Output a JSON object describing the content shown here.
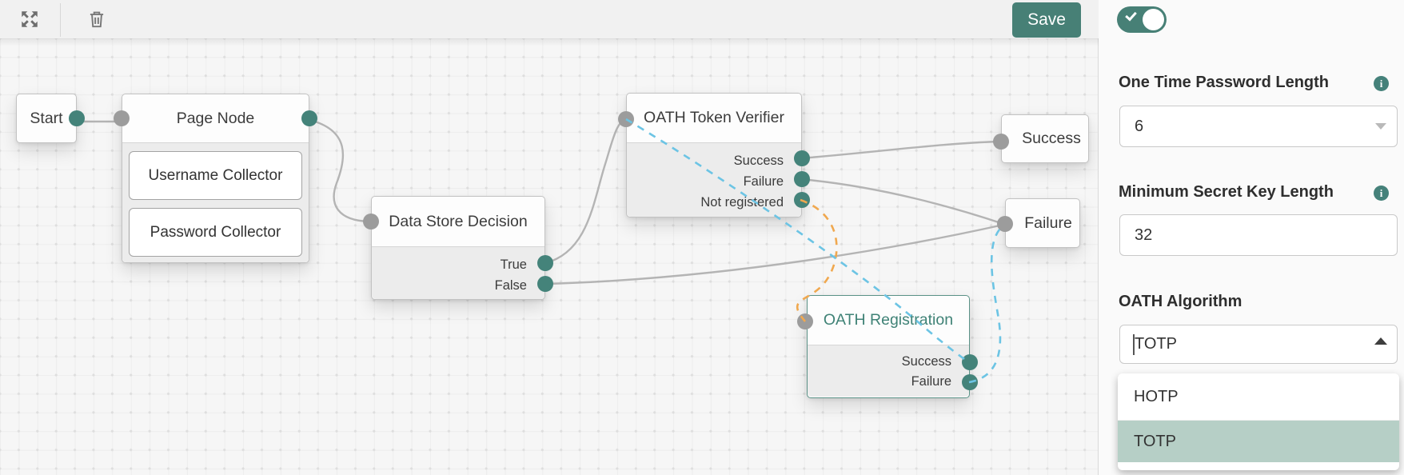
{
  "toolbar": {
    "save_label": "Save",
    "icons": [
      "expand-icon",
      "trash-icon"
    ]
  },
  "panel": {
    "toggle_state": "on",
    "fields": [
      {
        "label": "One Time Password Length",
        "value": "6",
        "has_info": true,
        "control": "select"
      },
      {
        "label": "Minimum Secret Key Length",
        "value": "32",
        "has_info": true,
        "control": "text"
      },
      {
        "label": "OATH Algorithm",
        "value": "TOTP",
        "has_info": false,
        "control": "combobox"
      }
    ],
    "dropdown": {
      "options": [
        "HOTP",
        "TOTP"
      ],
      "selected": "TOTP"
    }
  },
  "nodes": {
    "start": {
      "title": "Start"
    },
    "page": {
      "title": "Page Node",
      "children": [
        "Username Collector",
        "Password Collector"
      ]
    },
    "dsd": {
      "title": "Data Store Decision",
      "outcomes": [
        "True",
        "False"
      ]
    },
    "verifier": {
      "title": "OATH Token Verifier",
      "outcomes": [
        "Success",
        "Failure",
        "Not registered"
      ]
    },
    "registration": {
      "title": "OATH Registration",
      "outcomes": [
        "Success",
        "Failure"
      ],
      "selected": true
    },
    "success": {
      "title": "Success"
    },
    "failure": {
      "title": "Failure"
    }
  },
  "colors": {
    "accent_teal": "#478076",
    "port_teal": "#44837a",
    "port_gray": "#9c9c9c",
    "wire_gray": "#b4b4b4",
    "dashed_blue": "#6cc4e4",
    "dashed_orange": "#f0a84f",
    "selected_option_bg": "#b6cfc6"
  }
}
